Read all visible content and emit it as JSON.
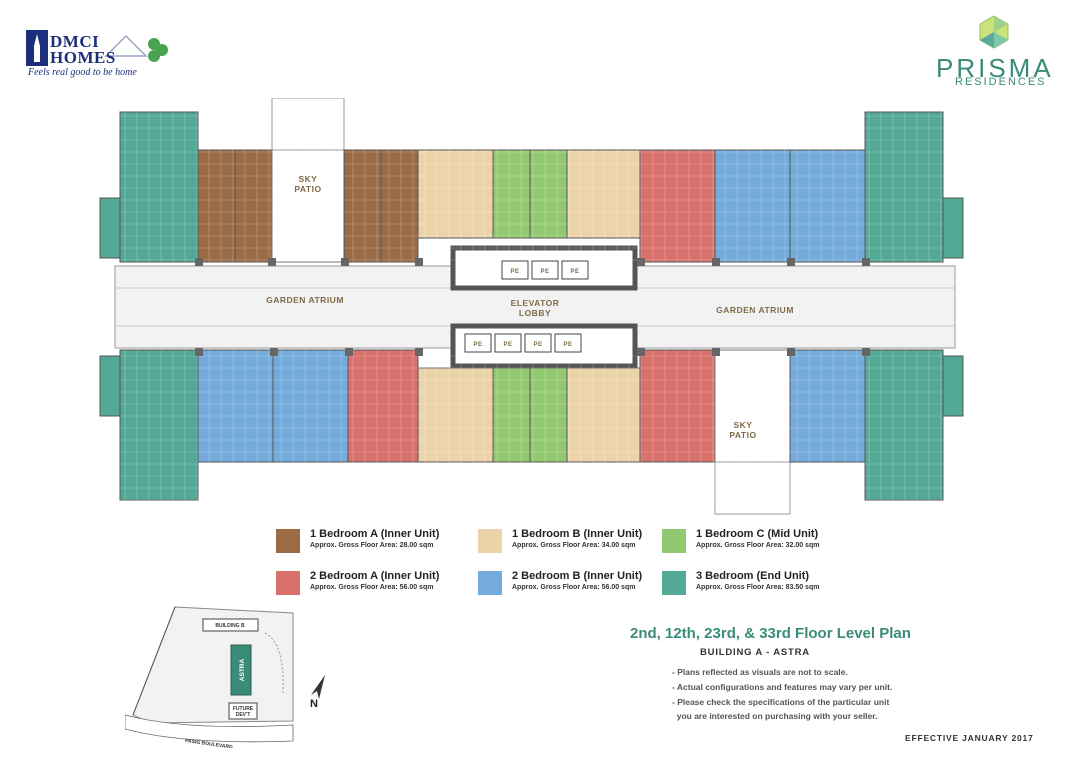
{
  "branding": {
    "dmci_word1": "DMCI",
    "dmci_word2": "HOMES",
    "dmci_tagline": "Feels real good to be home",
    "prisma_word": "PRISMA",
    "prisma_sub": "RESIDENCES"
  },
  "plan_labels": {
    "sky_patio_top": [
      "SKY",
      "PATIO"
    ],
    "sky_patio_bottom": [
      "SKY",
      "PATIO"
    ],
    "garden_atrium_left": "GARDEN ATRIUM",
    "garden_atrium_right": "GARDEN ATRIUM",
    "elevator_lobby": [
      "ELEVATOR",
      "LOBBY"
    ],
    "elevator_tag": "PE"
  },
  "colors": {
    "1br_a": "#9b6b45",
    "1br_b": "#ecd4aa",
    "1br_c": "#92c970",
    "2br_a": "#d8716c",
    "2br_b": "#74abdb",
    "3br": "#53a996",
    "brand_green": "#3a8c79",
    "dmci_blue": "#1c2f7a"
  },
  "legend": [
    {
      "title": "1 Bedroom A (Inner Unit)",
      "area": "Approx. Gross Floor Area: 28.00 sqm",
      "color": "#9b6b45"
    },
    {
      "title": "1 Bedroom B (Inner Unit)",
      "area": "Approx. Gross Floor Area: 34.00 sqm",
      "color": "#ecd4aa"
    },
    {
      "title": "1 Bedroom C (Mid Unit)",
      "area": "Approx. Gross Floor Area: 32.00 sqm",
      "color": "#92c970"
    },
    {
      "title": "2 Bedroom A (Inner Unit)",
      "area": "Approx. Gross Floor Area: 56.00 sqm",
      "color": "#d8716c"
    },
    {
      "title": "2 Bedroom B (Inner Unit)",
      "area": "Approx. Gross Floor Area: 56.00 sqm",
      "color": "#74abdb"
    },
    {
      "title": "3 Bedroom (End Unit)",
      "area": "Approx. Gross Floor Area: 83.50 sqm",
      "color": "#53a996"
    }
  ],
  "title_block": {
    "title": "2nd, 12th, 23rd, & 33rd Floor Level Plan",
    "subtitle": "BUILDING A - ASTRA",
    "notes": [
      "- Plans reflected as visuals are not to scale.",
      "- Actual configurations and features may vary per unit.",
      "- Please check the specifications of the particular unit",
      "  you are interested on purchasing with your seller."
    ],
    "effective": "EFFECTIVE JANUARY  2017"
  },
  "site_map": {
    "building_b": "BUILDING B",
    "astra": "ASTRA",
    "future_dev": [
      "FUTURE",
      "DEV'T"
    ],
    "north": "N",
    "road": "PASIG BOULEVARD"
  }
}
